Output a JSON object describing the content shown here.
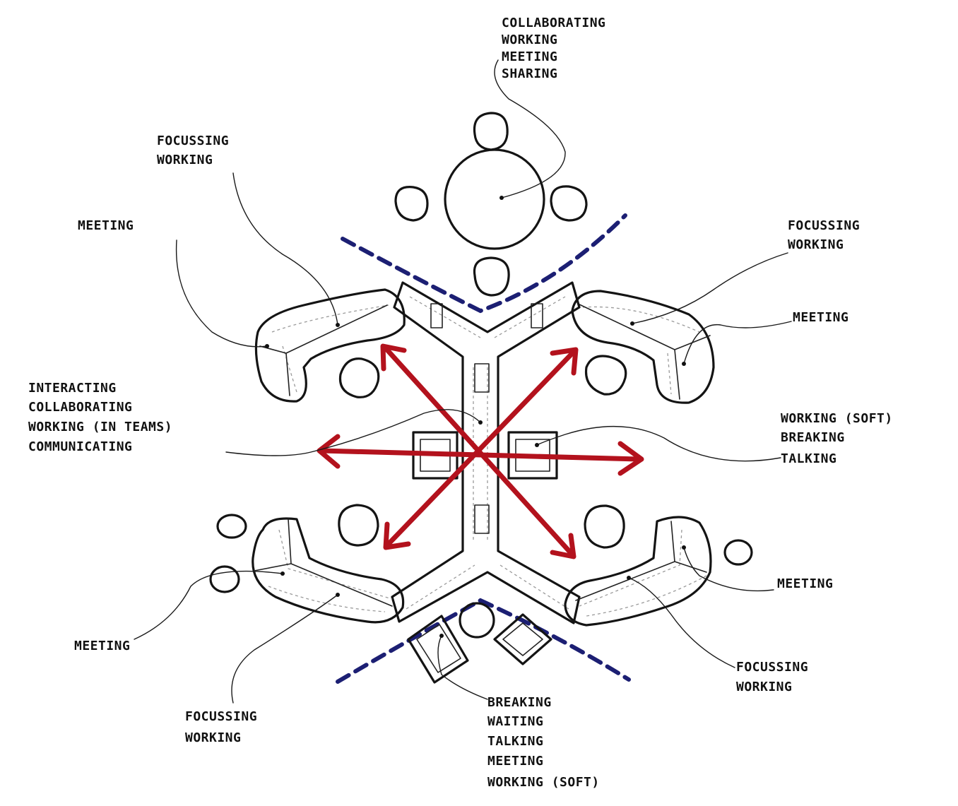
{
  "labels": {
    "top_center": [
      "COLLABORATING",
      "WORKING",
      "MEETING",
      "SHARING"
    ],
    "upper_left_focus": [
      "FOCUSSING",
      "WORKING"
    ],
    "upper_left_meeting": [
      "MEETING"
    ],
    "upper_right_focus": [
      "FOCUSSING",
      "WORKING"
    ],
    "upper_right_meeting": [
      "MEETING"
    ],
    "center_left": [
      "INTERACTING",
      "COLLABORATING",
      "WORKING (IN TEAMS)",
      "COMMUNICATING"
    ],
    "center_right": [
      "WORKING (SOFT)",
      "BREAKING",
      "TALKING"
    ],
    "lower_right_meeting": [
      "MEETING"
    ],
    "lower_right_focus": [
      "FOCUSSING",
      "WORKING"
    ],
    "lower_left_meeting": [
      "MEETING"
    ],
    "lower_left_focus": [
      "FOCUSSING",
      "WORKING"
    ],
    "bottom_center": [
      "BREAKING",
      "WAITING",
      "TALKING",
      "MEETING",
      "WORKING (SOFT)"
    ]
  },
  "colors": {
    "ink": "#141414",
    "arrows": "#b3121d",
    "boundary": "#1c1f73"
  }
}
